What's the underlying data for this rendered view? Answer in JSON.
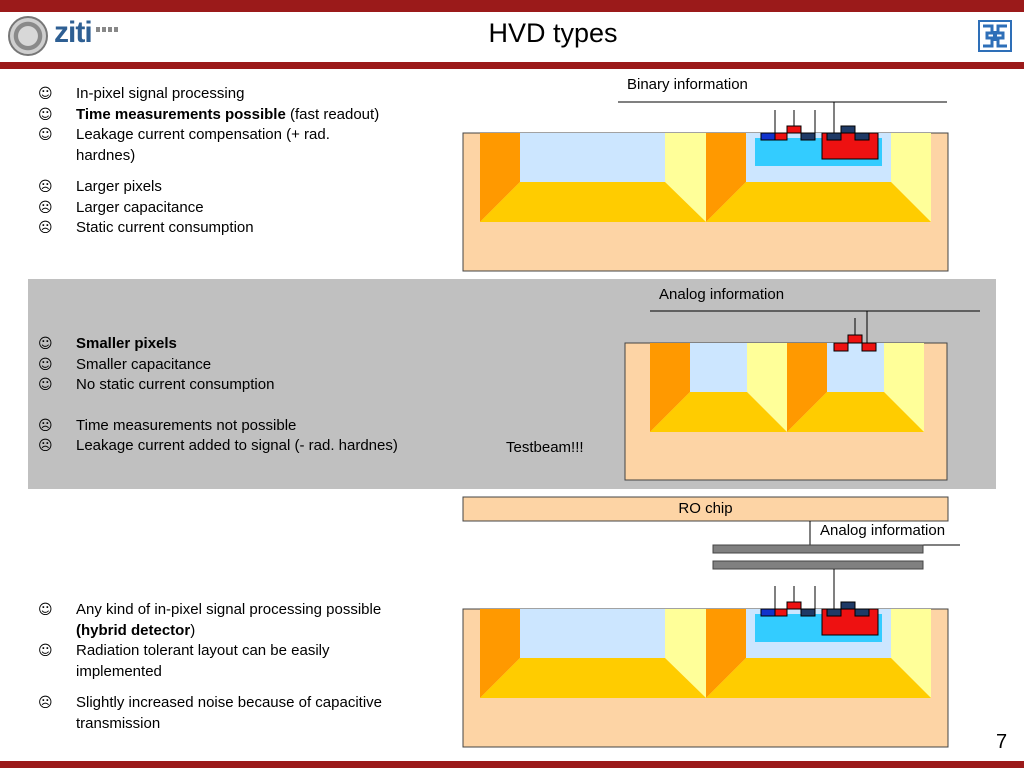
{
  "slide": {
    "title": "HVD types",
    "page_number": "7",
    "logo_text": "ziti"
  },
  "icons": {
    "positive": "smiley-icon",
    "negative": "frown-icon"
  },
  "symbols": {
    "positive": "☺",
    "negative": "☹"
  },
  "section1": {
    "pros": [
      {
        "text": "In-pixel signal processing"
      },
      {
        "bold": "Time measurements possible",
        "text": " (fast readout)"
      },
      {
        "text": "Leakage current compensation (+ rad. hardnes)"
      }
    ],
    "cons": [
      {
        "text": "Larger pixels"
      },
      {
        "text": "Larger capacitance"
      },
      {
        "text": "Static current consumption"
      }
    ],
    "diagram_label": "Binary information"
  },
  "section2": {
    "pros": [
      {
        "bold": "Smaller pixels",
        "text": ""
      },
      {
        "text": "Smaller capacitance"
      },
      {
        "text": "No static current consumption"
      }
    ],
    "cons": [
      {
        "text": "Time measurements not possible"
      },
      {
        "text": "Leakage current added to signal (- rad. hardnes)"
      }
    ],
    "diagram_label": "Analog information",
    "note": "Testbeam!!!"
  },
  "section3": {
    "pros": [
      {
        "text": "Any kind of in-pixel signal processing possible ",
        "bold": "(hybrid detector",
        "tail": ")"
      },
      {
        "text": "Radiation tolerant layout can be easily implemented"
      }
    ],
    "cons": [
      {
        "text": "Slightly increased noise because of capacitive transmission"
      }
    ],
    "chip_label": "RO chip",
    "diagram_label": "Analog information"
  },
  "colors": {
    "header_bar": "#9b1a1a",
    "substrate": "#fdd4a5",
    "orange": "#ff9900",
    "yellow": "#ffcc00",
    "pale_yellow": "#ffff99",
    "light_blue": "#cce6ff",
    "cyan": "#33ccff",
    "red": "#ee1111",
    "navy": "#1f3a66",
    "blue": "#1133cc",
    "panel_gray": "#c0c0c0",
    "logo_blue": "#2e5f93"
  }
}
